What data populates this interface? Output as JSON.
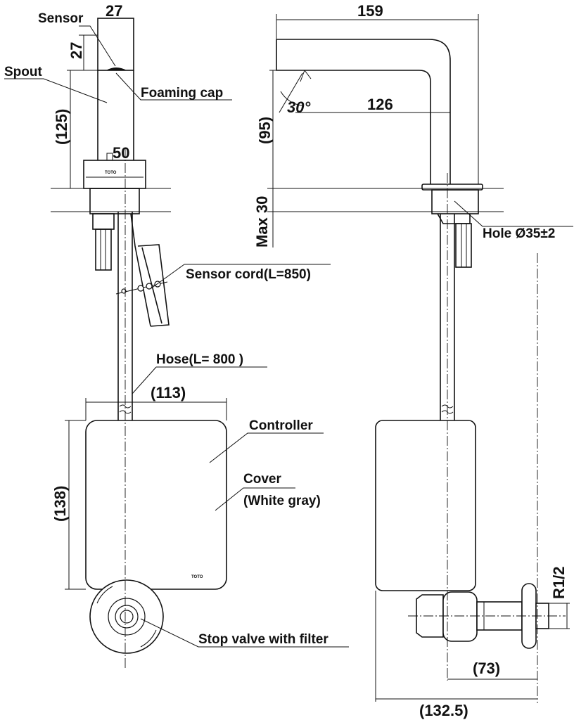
{
  "labels": {
    "sensor": "Sensor",
    "spout": "Spout",
    "foaming_cap": "Foaming cap",
    "sensor_cord": "Sensor cord(L=850)",
    "hose": "Hose(L= 800 )",
    "controller": "Controller",
    "cover": "Cover",
    "cover_color": "(White gray)",
    "stop_valve": "Stop valve with filter",
    "hole": "Hole Ø35±2",
    "brand_mark": "TOTO"
  },
  "dimensions": {
    "top_width": "27",
    "sensor_height": "27",
    "spout_height": "(125)",
    "base_width": "50",
    "overall_depth": "159",
    "spout_angle": "30°",
    "spout_reach": "126",
    "height_95": "(95)",
    "max_30": "Max 30",
    "controller_width": "(113)",
    "controller_height": "(138)",
    "valve_offset": "(73)",
    "overall_offset": "(132.5)",
    "thread": "R1/2"
  }
}
